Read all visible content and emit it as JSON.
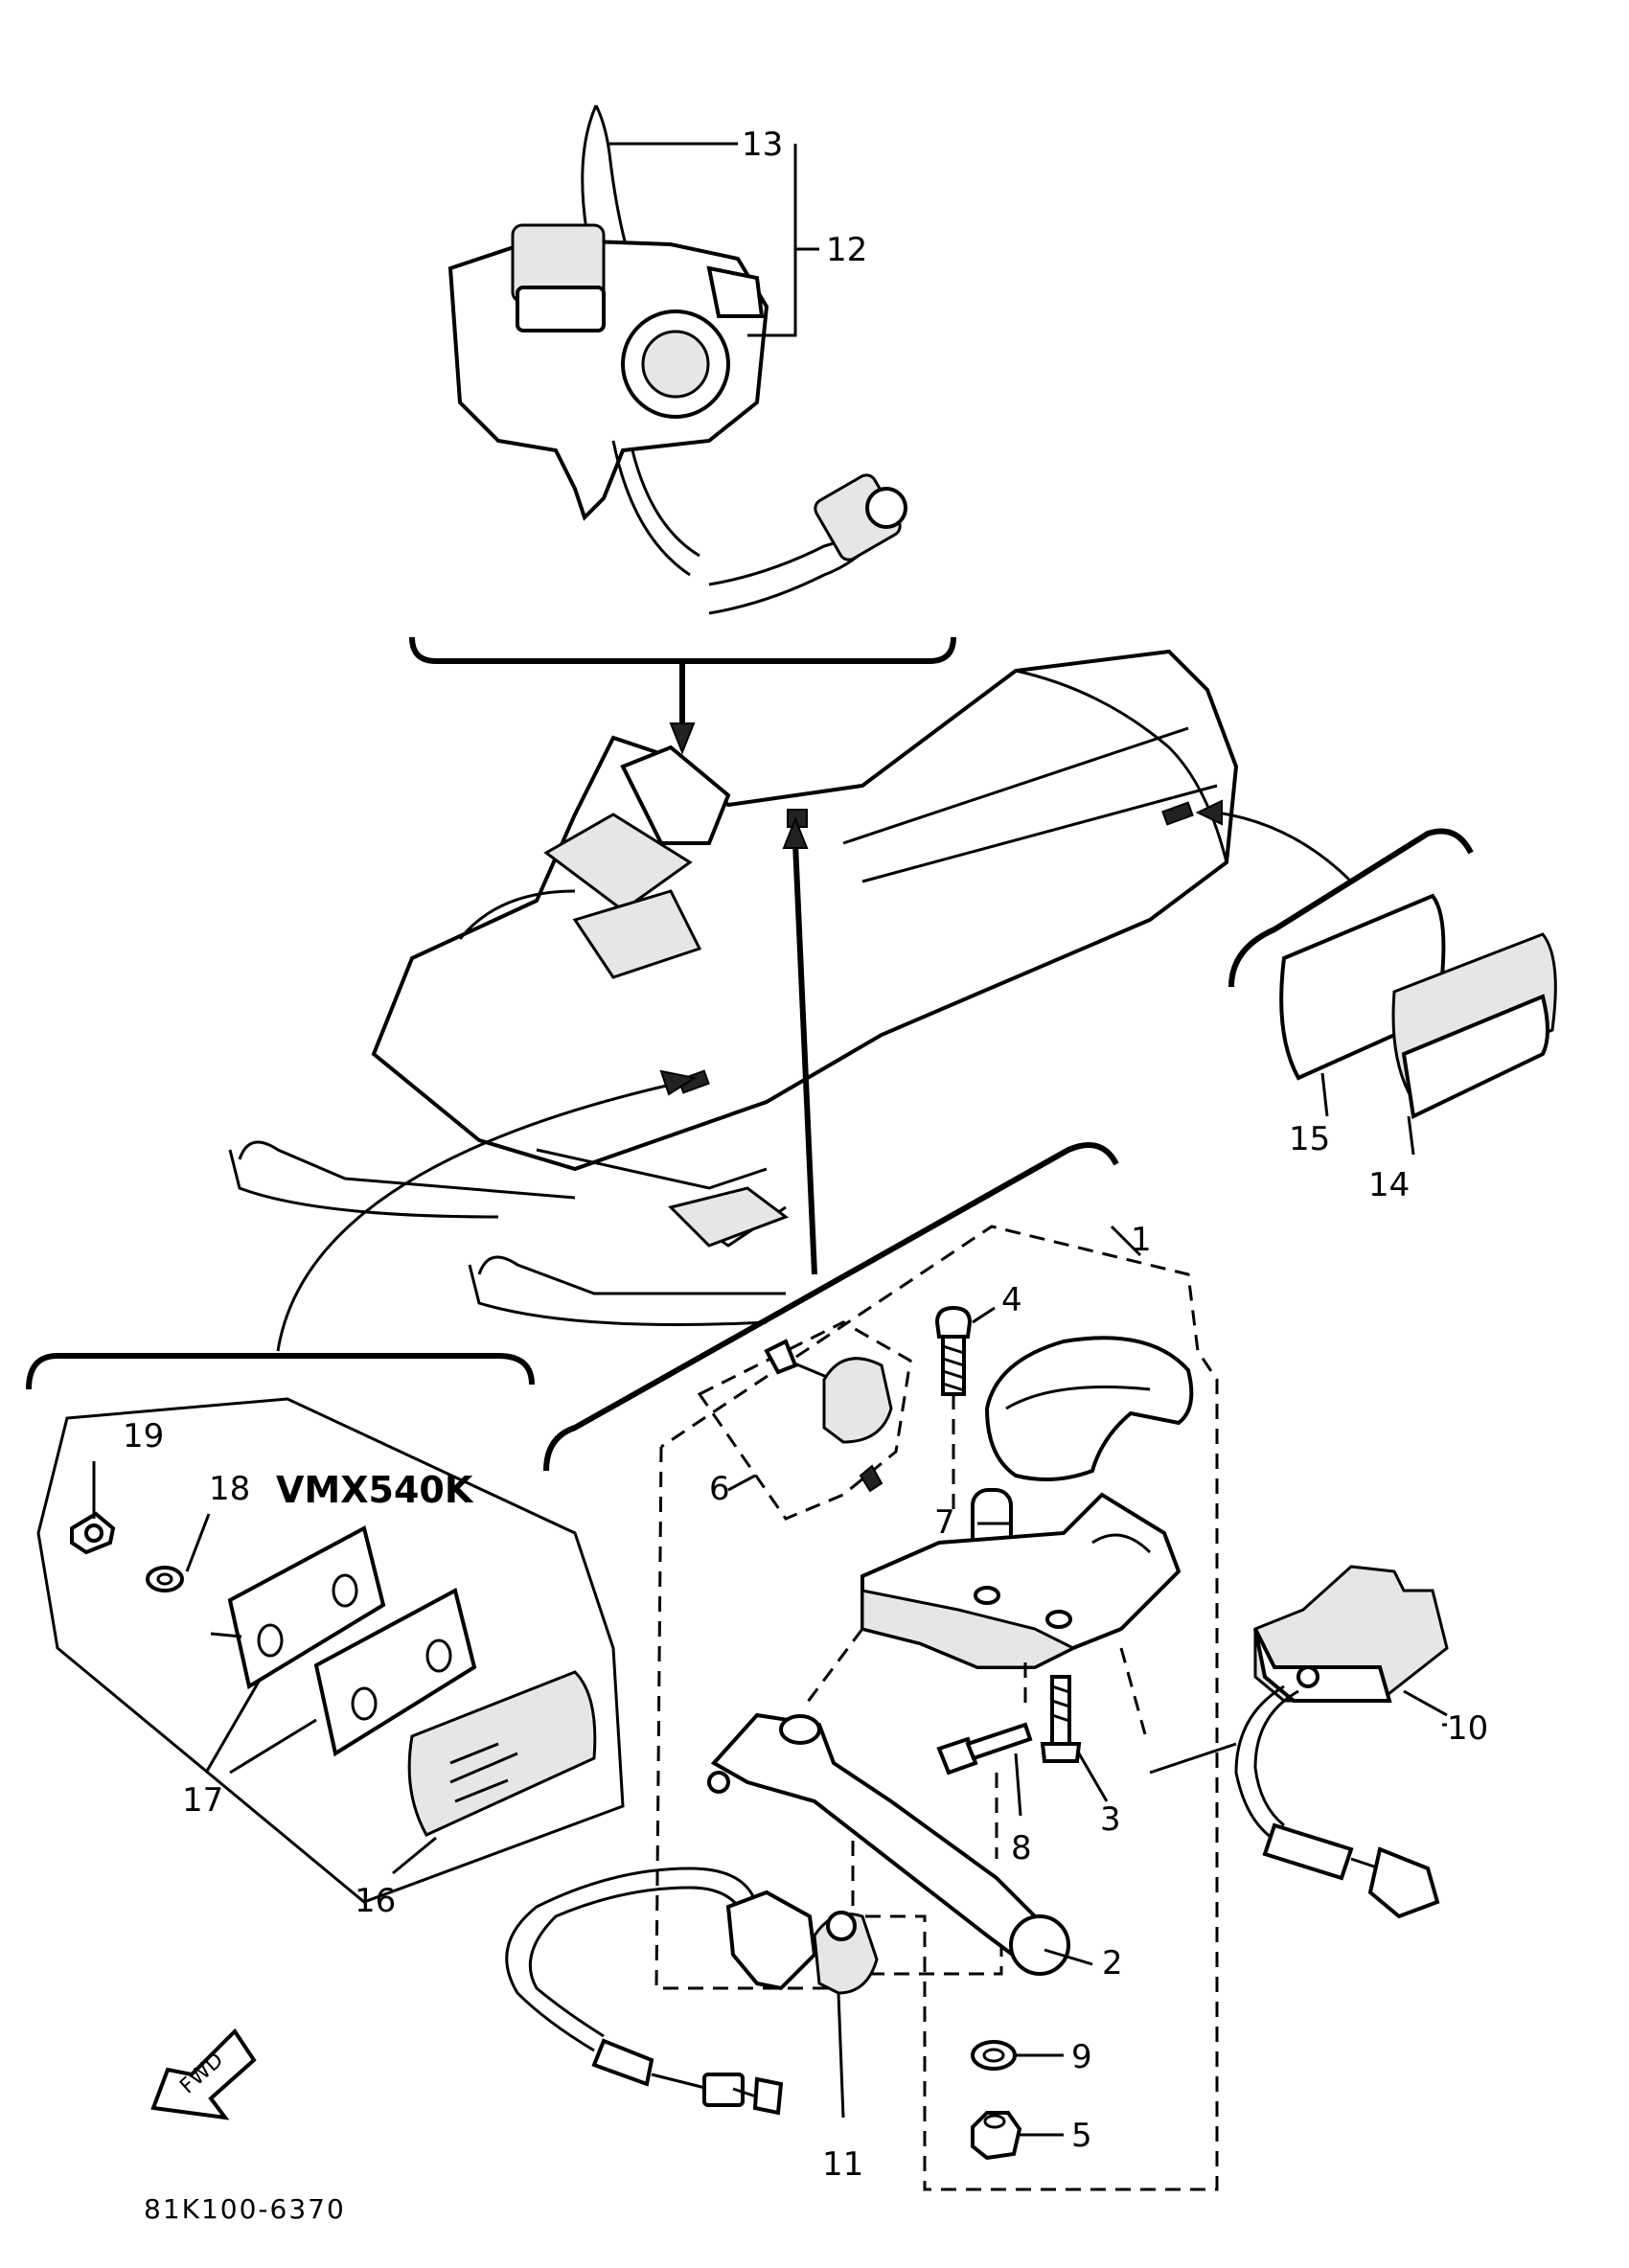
{
  "model_label": "VMX540K",
  "catalog_code": "81K100-6370",
  "fwd_label": "FWD",
  "parts": [
    {
      "id": "p1",
      "num": "1"
    },
    {
      "id": "p2",
      "num": "2"
    },
    {
      "id": "p3",
      "num": "3"
    },
    {
      "id": "p4",
      "num": "4"
    },
    {
      "id": "p5",
      "num": "5"
    },
    {
      "id": "p6",
      "num": "6"
    },
    {
      "id": "p7",
      "num": "7"
    },
    {
      "id": "p8",
      "num": "8"
    },
    {
      "id": "p9",
      "num": "9"
    },
    {
      "id": "p10",
      "num": "10"
    },
    {
      "id": "p11",
      "num": "11"
    },
    {
      "id": "p12",
      "num": "12"
    },
    {
      "id": "p13",
      "num": "13"
    },
    {
      "id": "p14",
      "num": "14"
    },
    {
      "id": "p15",
      "num": "15"
    },
    {
      "id": "p16",
      "num": "16"
    },
    {
      "id": "p17",
      "num": "17"
    },
    {
      "id": "p18",
      "num": "18"
    },
    {
      "id": "p19",
      "num": "19"
    }
  ]
}
